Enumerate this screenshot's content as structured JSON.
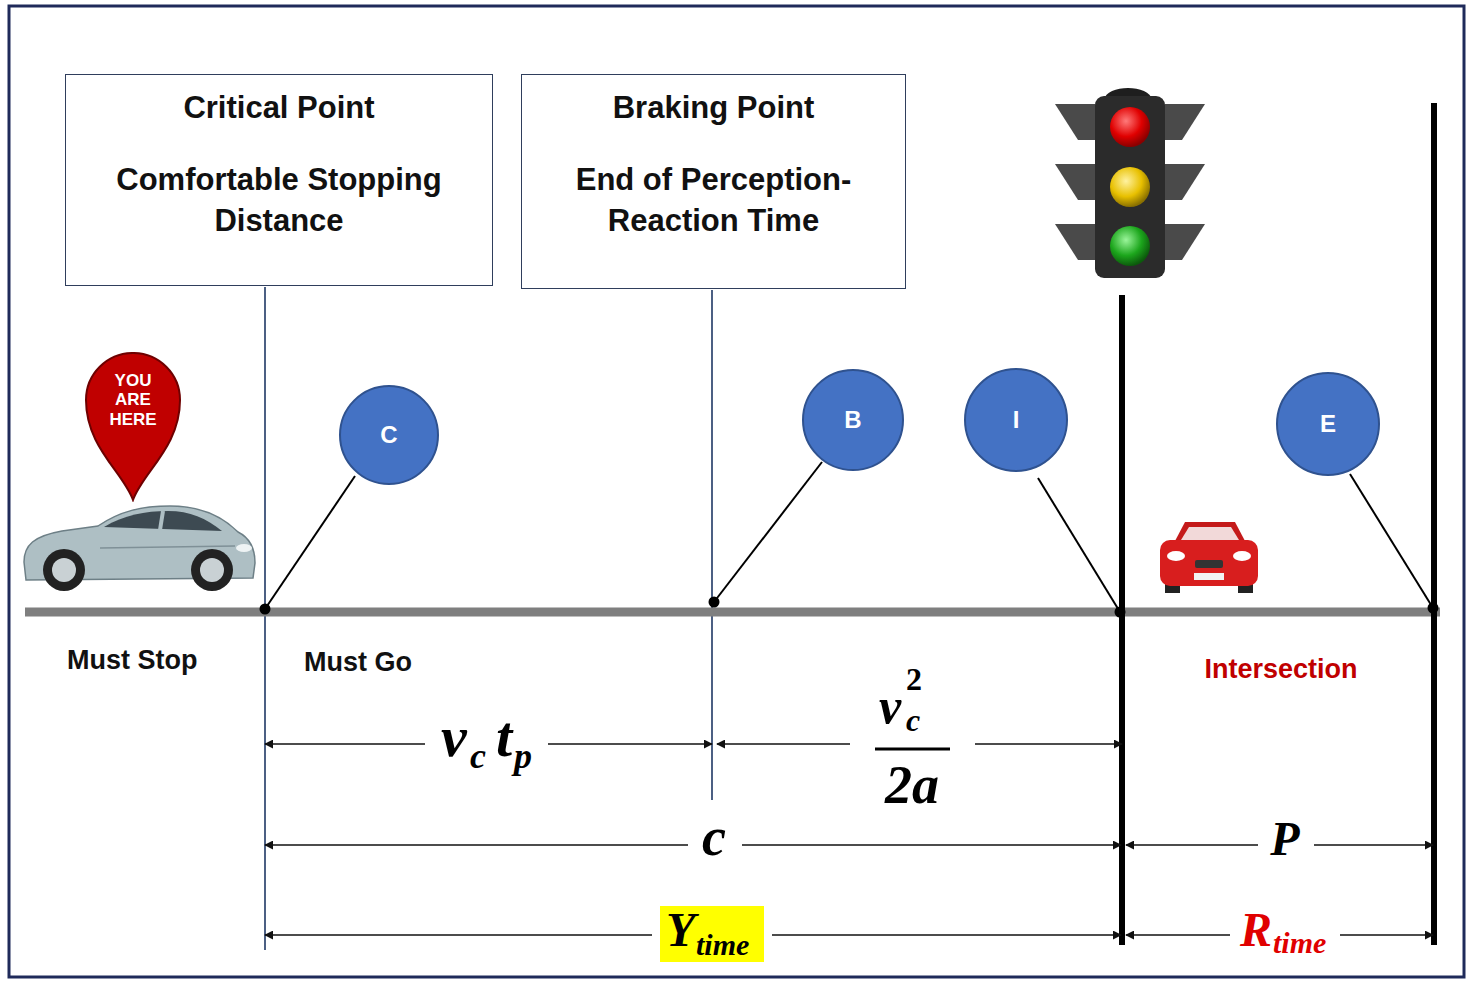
{
  "diagram": {
    "nodes": [
      {
        "text": [
          "Critical Point",
          "Comfortable Stopping Distance"
        ]
      },
      {
        "text": [
          "Braking Point",
          "End of Perception-Reaction Time"
        ]
      },
      {
        "text": [
          "YOU ARE HERE"
        ]
      },
      {
        "text": [
          "C"
        ]
      },
      {
        "text": [
          "B"
        ]
      },
      {
        "text": [
          "I"
        ]
      },
      {
        "text": [
          "E"
        ]
      }
    ],
    "labels": [
      "Must Stop",
      "Must Go",
      "Intersection",
      "v",
      "c",
      "t",
      "p",
      "v",
      "2",
      "c",
      "2a",
      "c",
      "P",
      "Y",
      "time",
      "R",
      "time"
    ]
  }
}
